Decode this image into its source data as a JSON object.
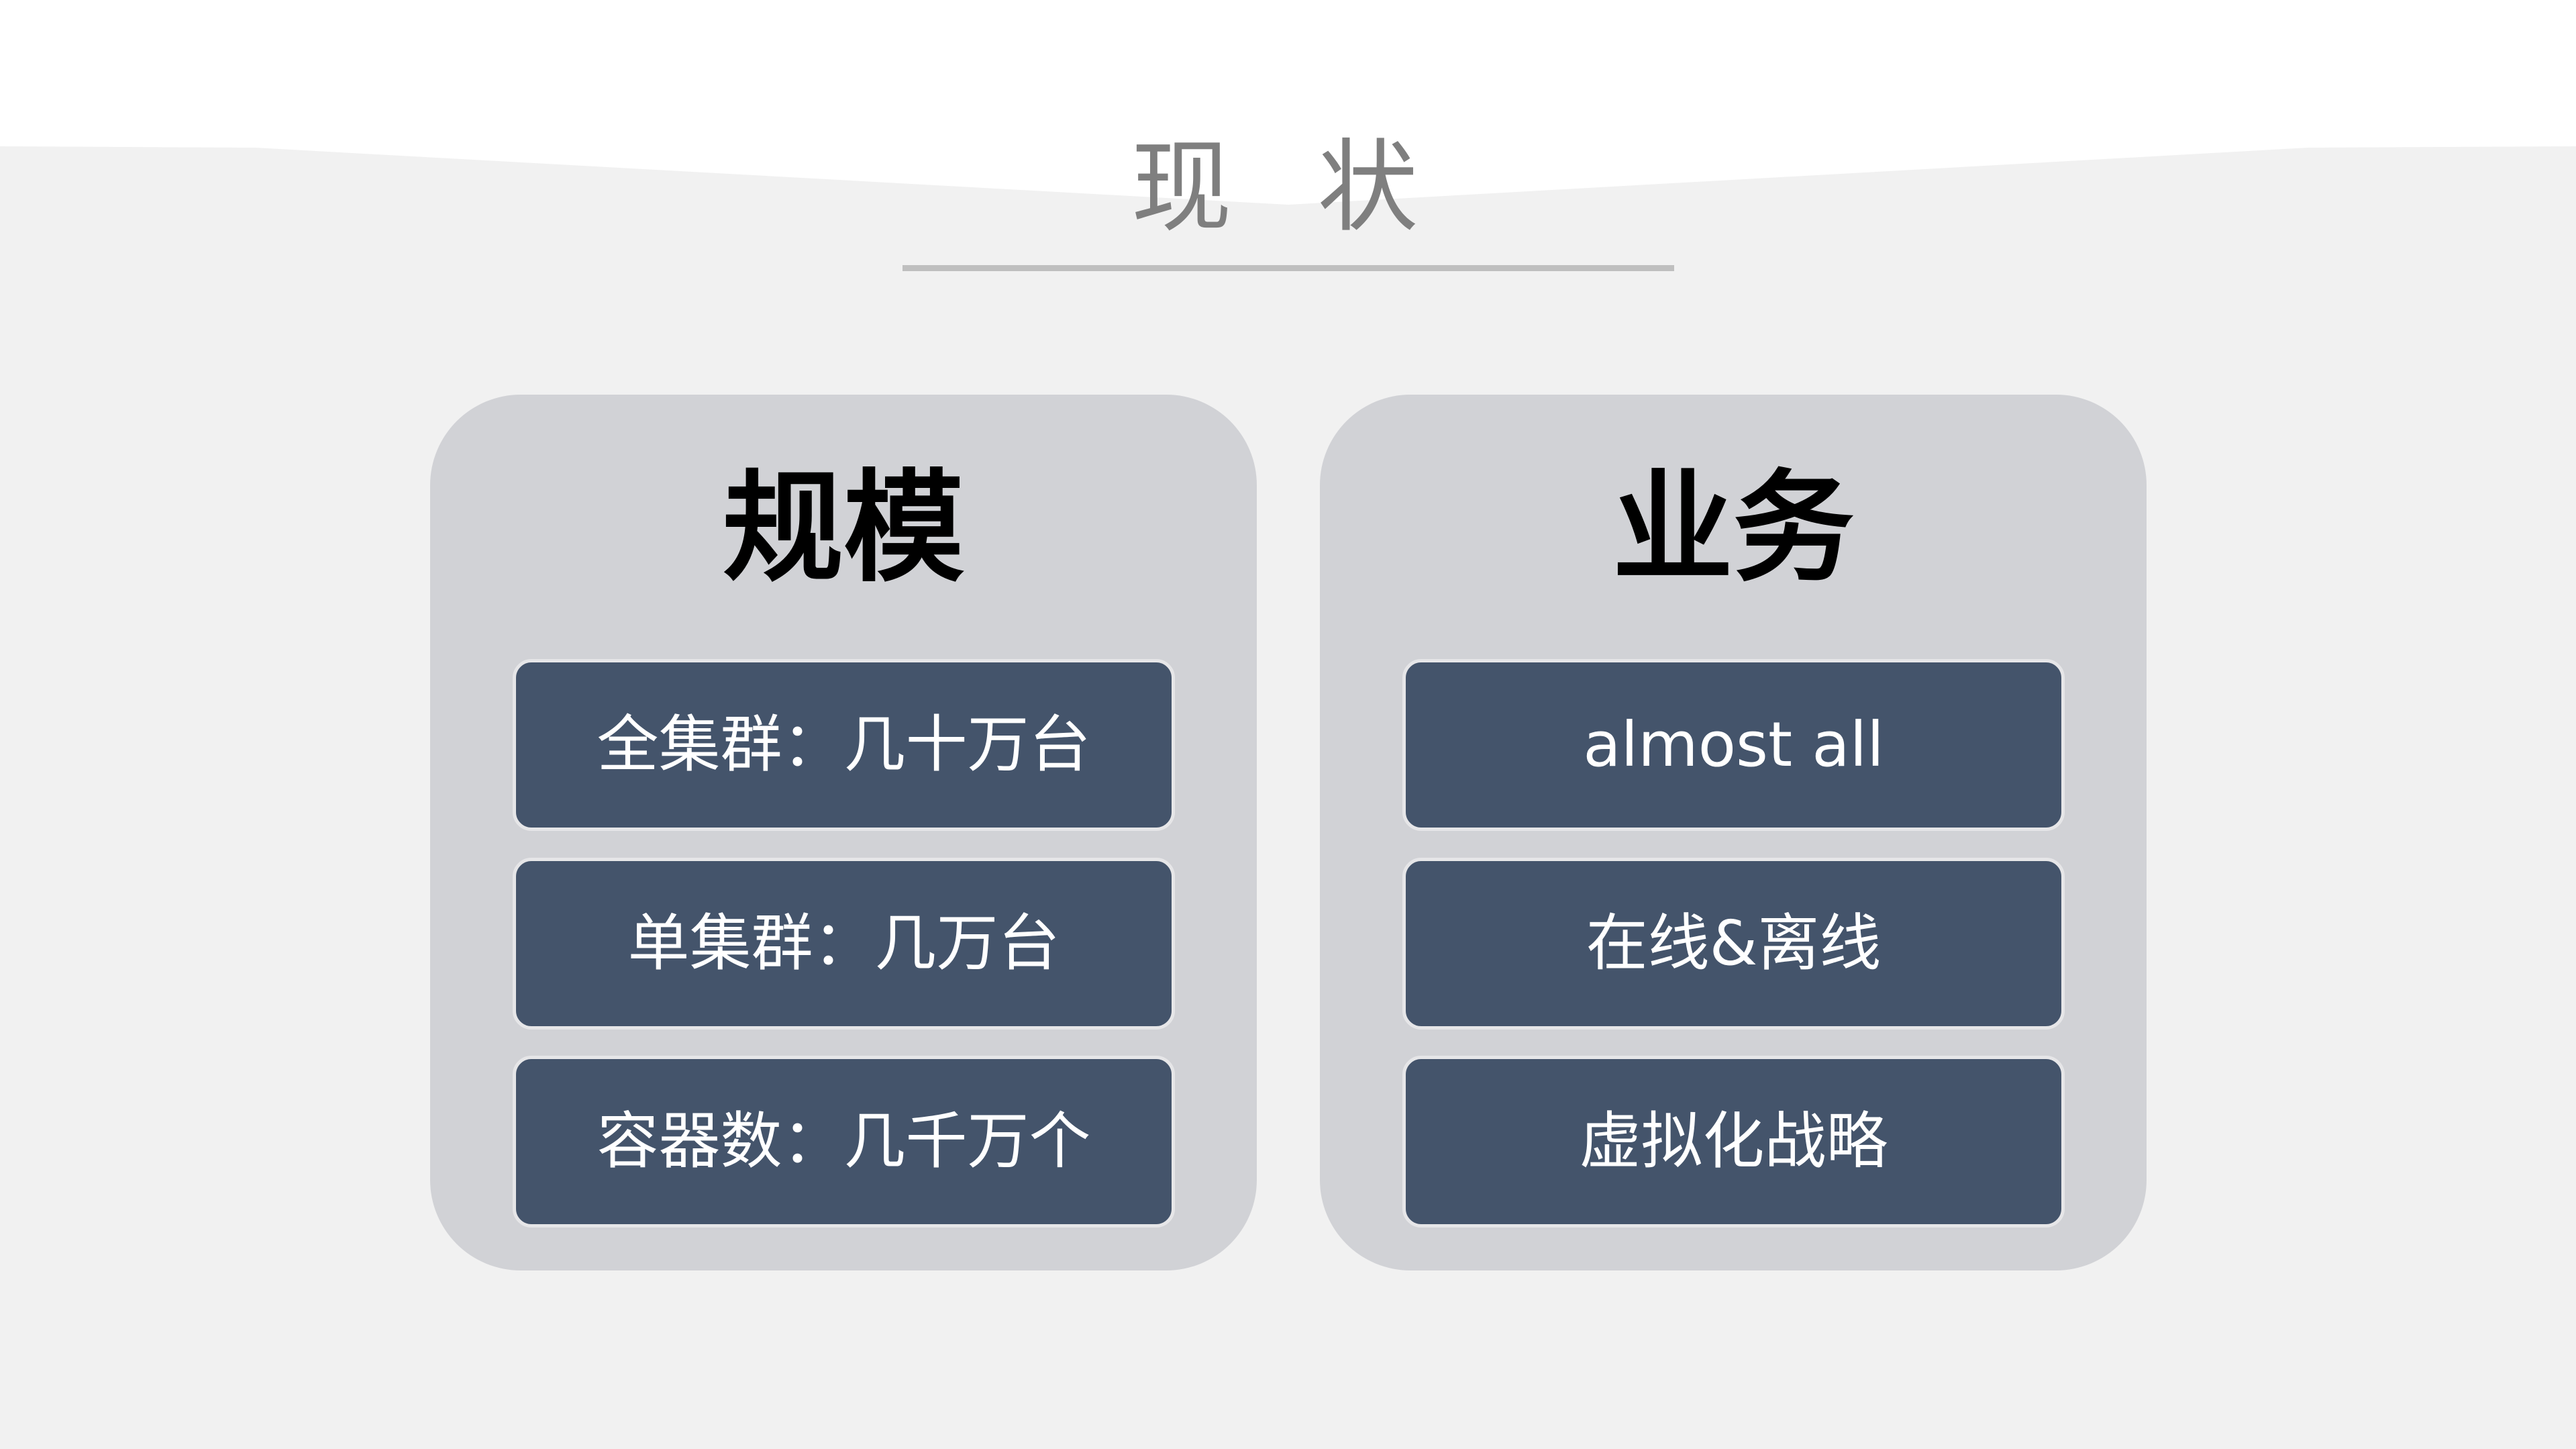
{
  "slide": {
    "title": "现 状",
    "colors": {
      "background": "#f1f1f1",
      "top_band": "#ffffff",
      "title": "#7f7f7f",
      "underline": "#bfbfbf",
      "card": "#d1d2d6",
      "item": "#44546b",
      "item_border": "#e6e6e8",
      "item_text": "#ffffff",
      "heading_text": "#000000"
    }
  },
  "cards": [
    {
      "heading": "规模",
      "items": [
        "全集群：几十万台",
        "单集群：几万台",
        "容器数：几千万个"
      ]
    },
    {
      "heading": "业务",
      "items": [
        "almost all",
        "在线&离线",
        "虚拟化战略"
      ]
    }
  ]
}
